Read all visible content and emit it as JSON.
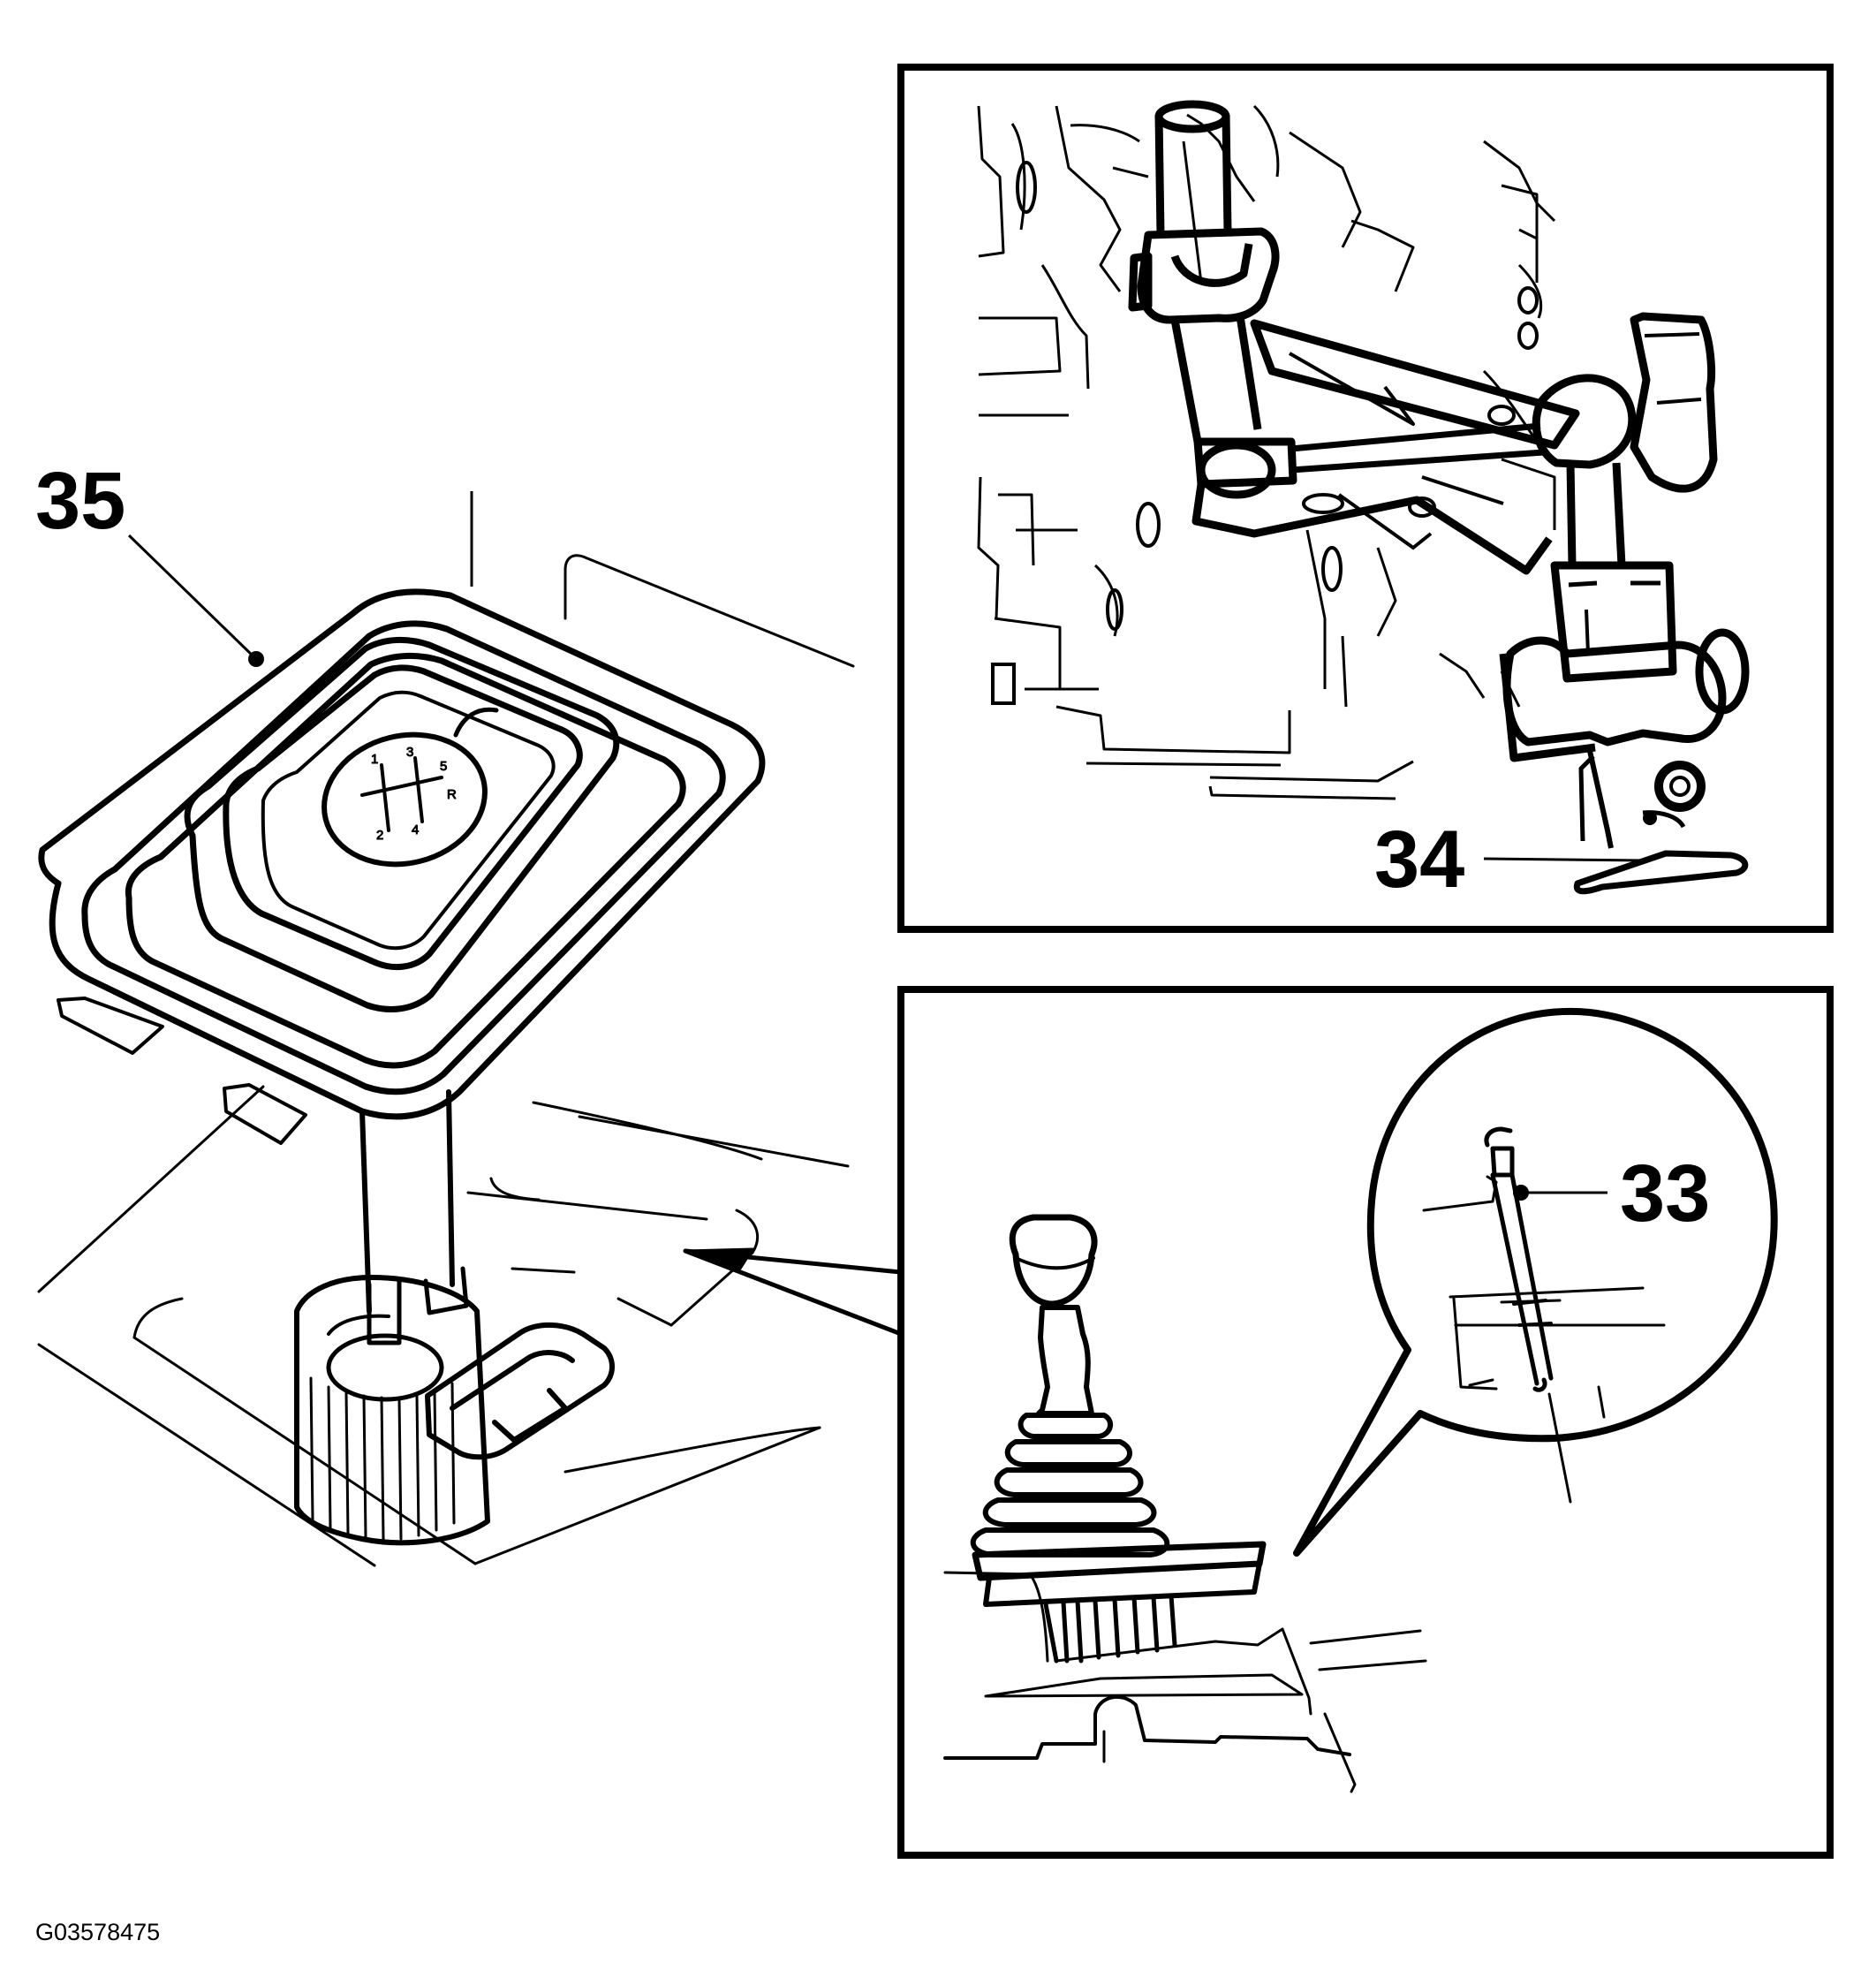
{
  "callouts": {
    "c35": "35",
    "c34": "34",
    "c33": "33"
  },
  "figure_id": "G03578475",
  "knob_pattern": {
    "g1": "1",
    "g2": "2",
    "g3": "3",
    "g4": "4",
    "g5": "5",
    "gR": "R"
  },
  "colors": {
    "ink": "#000000",
    "paper": "#ffffff"
  }
}
